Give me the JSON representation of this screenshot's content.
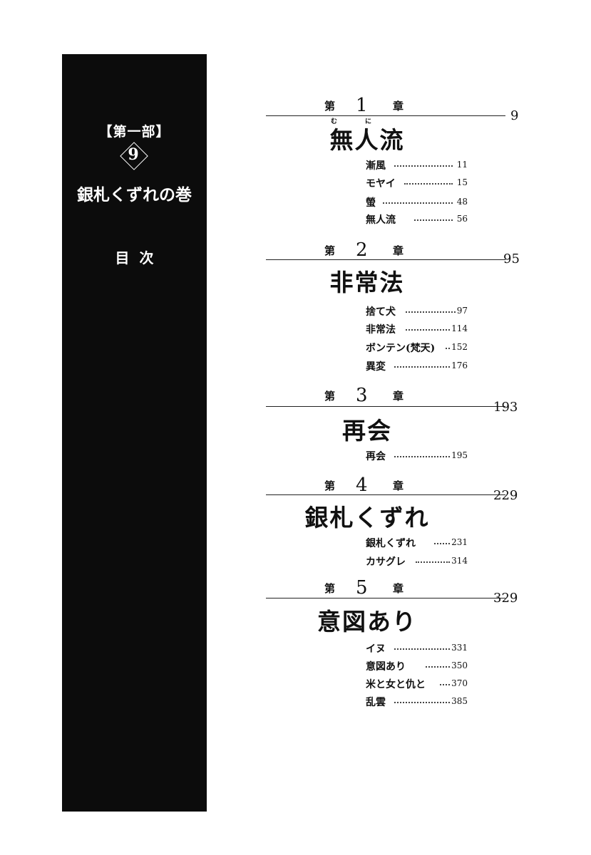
{
  "sidebar": {
    "part": "【第一部】",
    "volume": "9",
    "title": "銀札くずれの巻",
    "toc": "目次"
  },
  "chapter_label": {
    "dai": "第",
    "sho": "章"
  },
  "chapters": [
    {
      "number": "1",
      "title": "無人流",
      "ruby": [
        "む",
        "に"
      ],
      "page": "9",
      "entries": [
        {
          "title": "漸風",
          "page": "11"
        },
        {
          "title": "モヤイ",
          "page": "15"
        },
        {
          "title": "螢",
          "page": "48"
        },
        {
          "title": "無人流",
          "page": "56"
        }
      ]
    },
    {
      "number": "2",
      "title": "非常法",
      "page": "95",
      "entries": [
        {
          "title": "捨て犬",
          "page": "97"
        },
        {
          "title": "非常法",
          "page": "114"
        },
        {
          "title": "ボンテン(梵天)",
          "page": "152"
        },
        {
          "title": "異変",
          "page": "176"
        }
      ]
    },
    {
      "number": "3",
      "title": "再会",
      "page": "193",
      "entries": [
        {
          "title": "再会",
          "page": "195"
        }
      ]
    },
    {
      "number": "4",
      "title": "銀札くずれ",
      "page": "229",
      "entries": [
        {
          "title": "銀札くずれ",
          "page": "231"
        },
        {
          "title": "カサグレ",
          "page": "314"
        }
      ]
    },
    {
      "number": "5",
      "title": "意図あり",
      "page": "329",
      "entries": [
        {
          "title": "イヌ",
          "page": "331"
        },
        {
          "title": "意図あり",
          "page": "350"
        },
        {
          "title": "米と女と仇と",
          "page": "370"
        },
        {
          "title": "乱雲",
          "page": "385"
        }
      ]
    }
  ]
}
